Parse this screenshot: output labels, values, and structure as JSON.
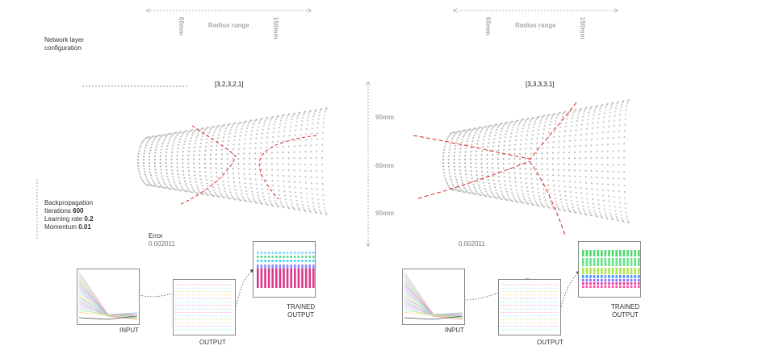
{
  "radius": {
    "min": "60mm",
    "label": "Radius range",
    "max": "150mm"
  },
  "network_label": "Network layer configuration",
  "height": {
    "top": "90mm",
    "mid": "60mm",
    "bottom": "90mm"
  },
  "params": {
    "backprop": "Backpropagation",
    "iter_label": "Iterations",
    "iter_val": "600",
    "lr_label": "Learning rate",
    "lr_val": "0.2",
    "mom_label": "Momentum",
    "mom_val": "0.01"
  },
  "left": {
    "config": "[3,2,3,2,1]",
    "error_label": "Error",
    "error_val": "0.002011"
  },
  "right": {
    "config": "[3,3,3,3,1]",
    "error_val": "0.002011"
  },
  "captions": {
    "input": "INPUT",
    "output": "OUTPUT",
    "trained_line1": "TRAINED",
    "trained_line2": "OUTPUT"
  },
  "colors": {
    "cut": "#e02020",
    "dots": "#9a9a9a",
    "guide": "#999999",
    "trained_left": "#d6247a",
    "trained_right": "#3cd45a"
  }
}
